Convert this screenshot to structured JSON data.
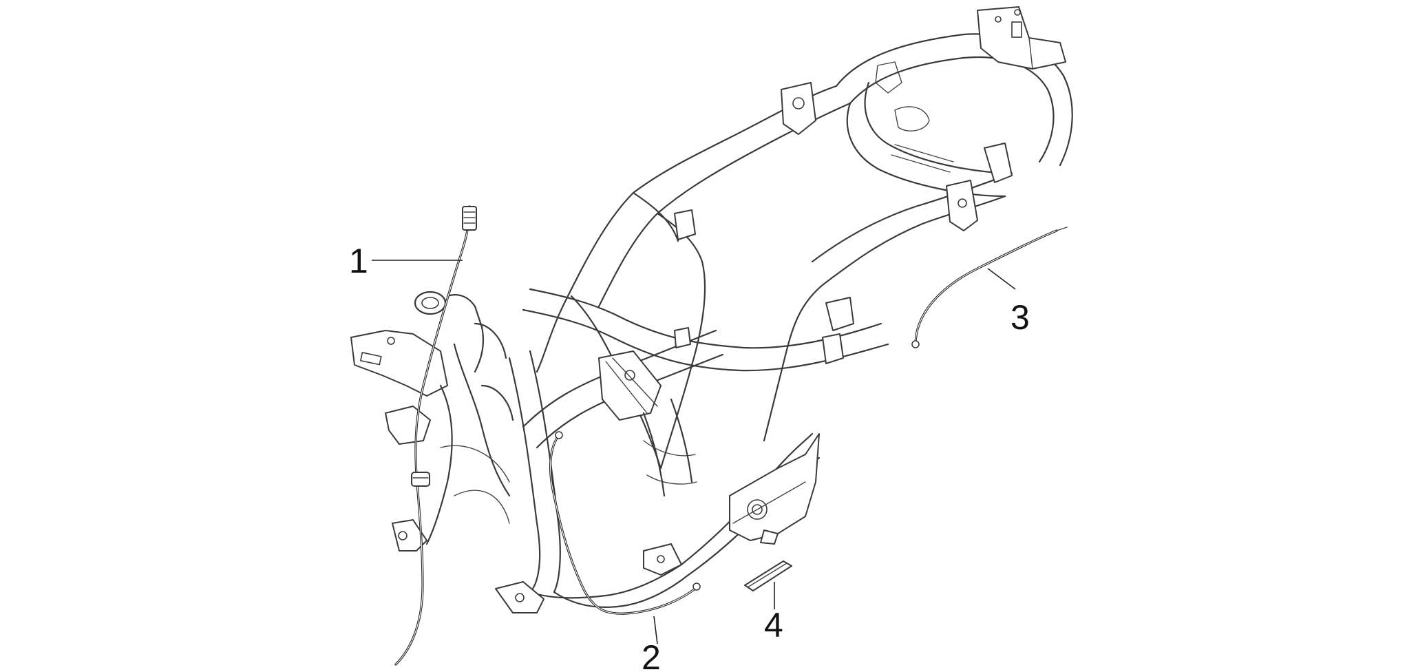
{
  "callouts": [
    {
      "id": "1",
      "label": "1"
    },
    {
      "id": "2",
      "label": "2"
    },
    {
      "id": "3",
      "label": "3"
    },
    {
      "id": "4",
      "label": "4"
    }
  ],
  "colors": {
    "line": "#3a3a3a",
    "cable": "#222222",
    "background": "#ffffff"
  }
}
